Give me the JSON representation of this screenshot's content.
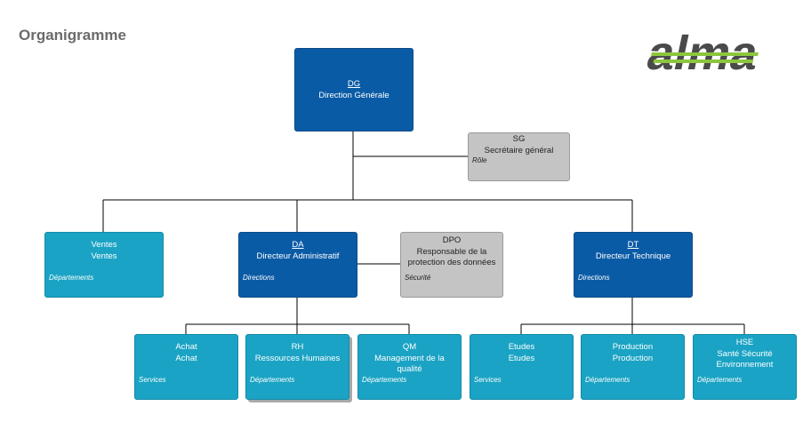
{
  "title": "Organigramme",
  "logo": {
    "text": "alma",
    "colors": {
      "dark": "#4a4a4a",
      "green": "#8cc63f"
    }
  },
  "colors": {
    "dark_box": "#0a5ba6",
    "teal_box": "#1aa3c4",
    "grey_box": "#c4c4c4",
    "line": "#000000"
  },
  "nodes": {
    "dg": {
      "abbr": "DG",
      "name": "Direction Générale"
    },
    "sg": {
      "abbr": "SG",
      "name": "Secrétaire général",
      "type": "Rôle"
    },
    "ventes": {
      "abbr": "Ventes",
      "name": "Ventes",
      "type": "Départements"
    },
    "da": {
      "abbr": "DA",
      "name": "Directeur Administratif",
      "type": "Directions"
    },
    "dpo": {
      "abbr": "DPO",
      "name": "Responsable de la protection des données",
      "type": "Sécurité"
    },
    "dt": {
      "abbr": "DT",
      "name": "Directeur Technique",
      "type": "Directions"
    },
    "achat": {
      "abbr": "Achat",
      "name": "Achat",
      "type": "Services"
    },
    "rh": {
      "abbr": "RH",
      "name": "Ressources Humaines",
      "type": "Départements"
    },
    "qm": {
      "abbr": "QM",
      "name": "Management de la qualité",
      "type": "Départements"
    },
    "etudes": {
      "abbr": "Etudes",
      "name": "Etudes",
      "type": "Services"
    },
    "production": {
      "abbr": "Production",
      "name": "Production",
      "type": "Départements"
    },
    "hse": {
      "abbr": "HSE",
      "name": "Santé Sécurité Environnement",
      "type": "Départements"
    }
  }
}
